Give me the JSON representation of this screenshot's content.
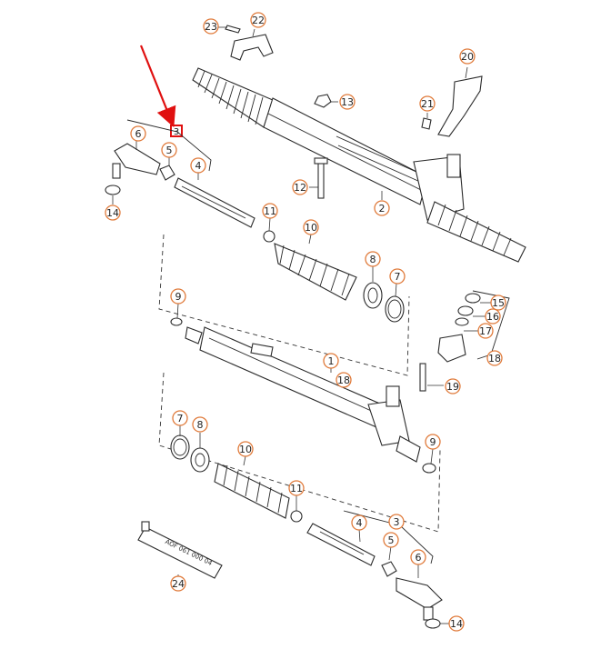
{
  "labels": {
    "p1": "1",
    "p2": "2",
    "p3a": "3",
    "p3b": "3",
    "p4a": "4",
    "p4b": "4",
    "p5a": "5",
    "p5b": "5",
    "p6a": "6",
    "p6b": "6",
    "p7a": "7",
    "p7b": "7",
    "p8a": "8",
    "p8b": "8",
    "p9a": "9",
    "p9b": "9",
    "p10a": "10",
    "p10b": "10",
    "p11a": "11",
    "p11b": "11",
    "p12": "12",
    "p13": "13",
    "p14a": "14",
    "p14b": "14",
    "p15": "15",
    "p16": "16",
    "p17": "17",
    "p18a": "18",
    "p18b": "18",
    "p19": "19",
    "p20": "20",
    "p21": "21",
    "p22": "22",
    "p23": "23",
    "p24": "24"
  },
  "tube_text": "AOF 061 000 04",
  "colors": {
    "callout": "#e07a3a",
    "arrow": "#e01010",
    "line": "#2a2a2a"
  }
}
